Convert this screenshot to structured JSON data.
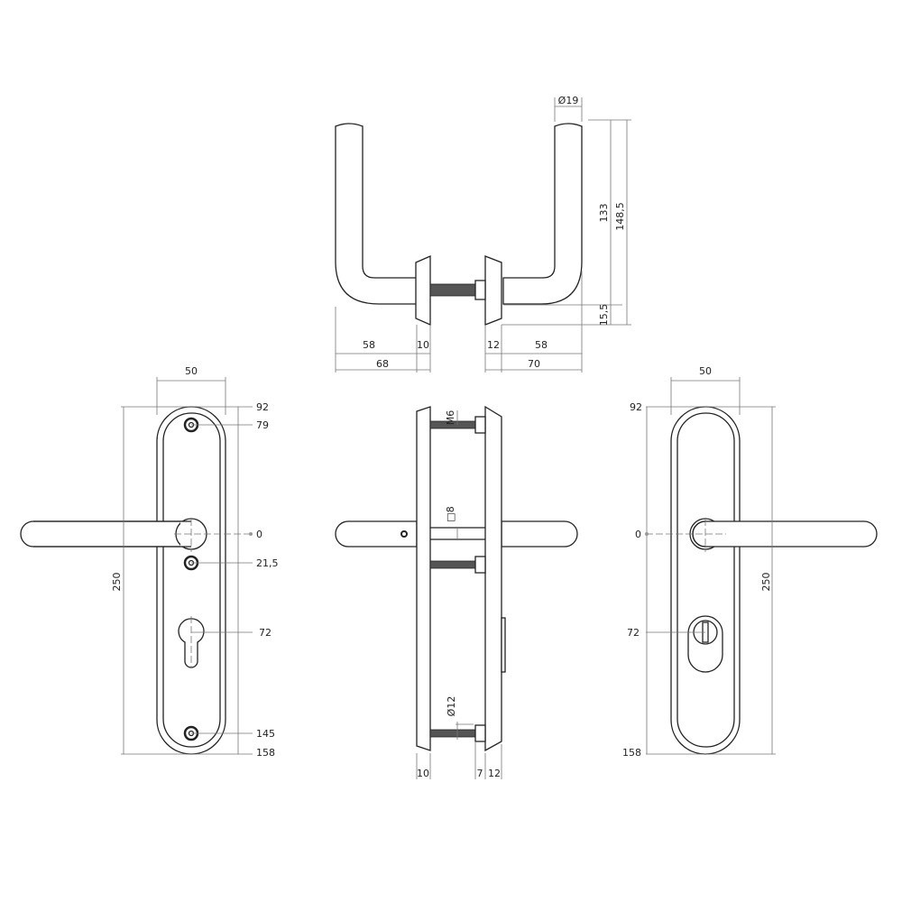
{
  "top_view": {
    "dia_19": "Ø19",
    "h_133": "133",
    "h_148_5": "148,5",
    "h_15_5": "15,5",
    "l_58": "58",
    "l_10": "10",
    "l_68": "68",
    "r_12": "12",
    "r_58": "58",
    "r_70": "70"
  },
  "left_plate": {
    "w_50": "50",
    "y_92": "92",
    "y_79": "79",
    "y_0": "0",
    "y_21_5": "21,5",
    "y_72": "72",
    "y_145": "145",
    "y_158": "158",
    "h_250": "250"
  },
  "side_view": {
    "m6": "M6",
    "sq_8": "□8",
    "dia_12": "Ø12",
    "w_10": "10",
    "w_7": "7",
    "w_12": "12"
  },
  "right_plate": {
    "w_50": "50",
    "y_92": "92",
    "y_0": "0",
    "y_72": "72",
    "y_158": "158",
    "h_250": "250"
  }
}
